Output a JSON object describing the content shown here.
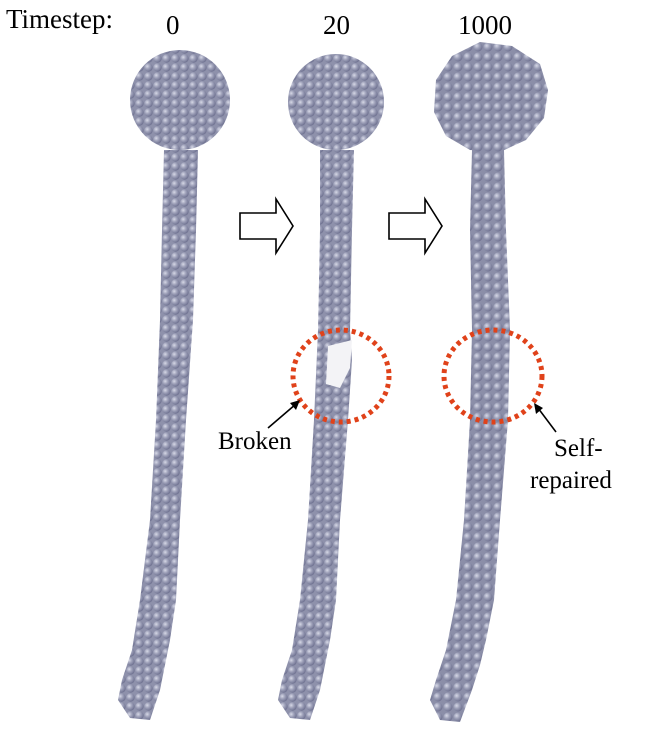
{
  "header": {
    "label": "Timestep:",
    "steps": [
      "0",
      "20",
      "1000"
    ]
  },
  "annotations": {
    "broken": "Broken",
    "self_repaired_line1": "Self-",
    "self_repaired_line2": "repaired"
  },
  "colors": {
    "particle": "#9a9db5",
    "particle_highlight": "#cfd1e2",
    "particle_shadow": "#6e7191",
    "dashed_circle": "#e0421a",
    "arrow": "#000000"
  },
  "icons": [
    "right-hollow-arrow-icon",
    "pointer-arrow-icon"
  ]
}
